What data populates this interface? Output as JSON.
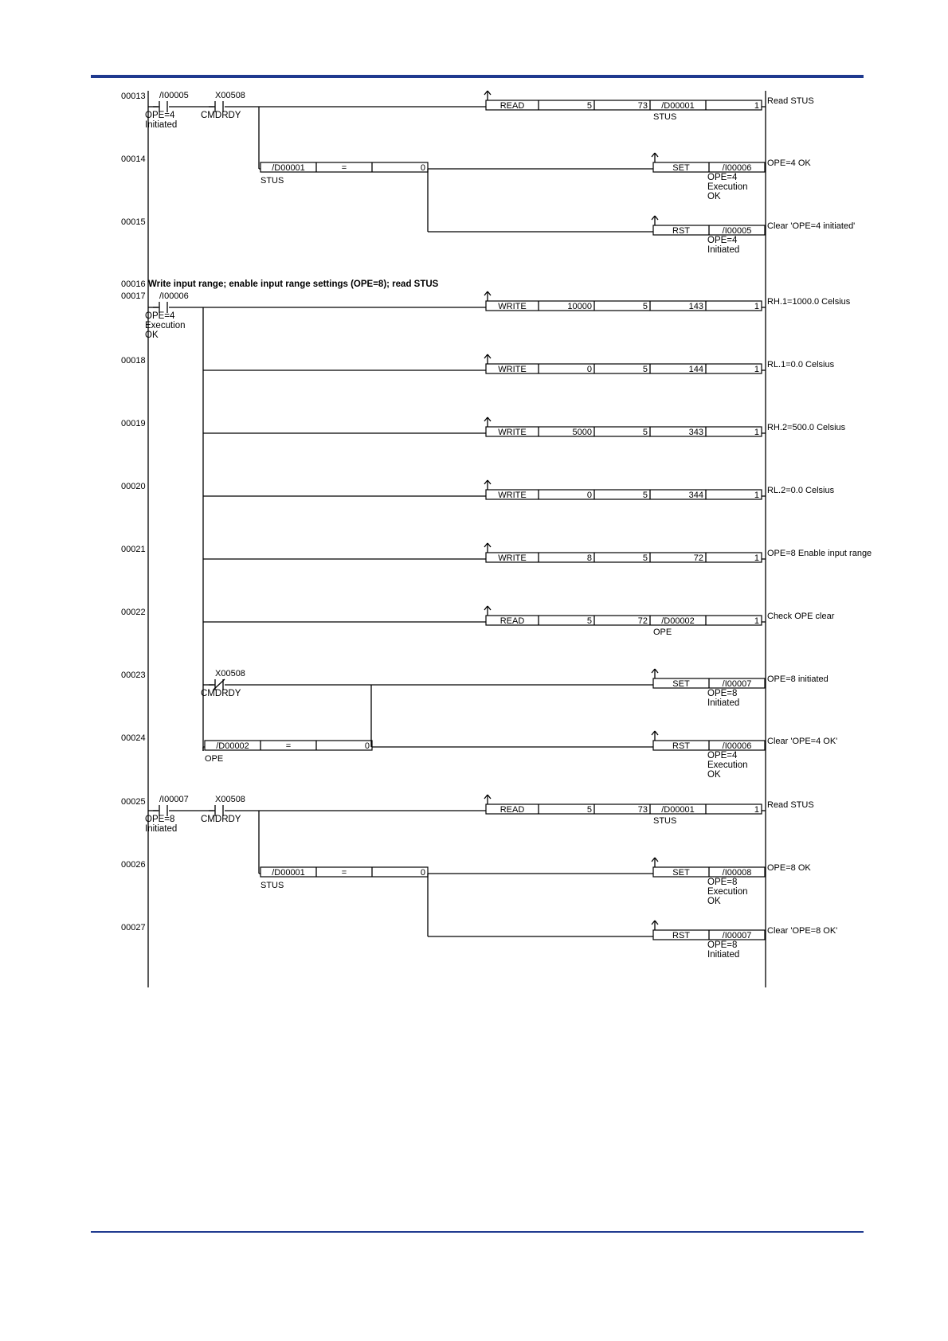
{
  "rungs": [
    {
      "no": "00013"
    },
    {
      "no": "00014"
    },
    {
      "no": "00015"
    },
    {
      "no": "00016"
    },
    {
      "no": "00017"
    },
    {
      "no": "00018"
    },
    {
      "no": "00019"
    },
    {
      "no": "00020"
    },
    {
      "no": "00021"
    },
    {
      "no": "00022"
    },
    {
      "no": "00023"
    },
    {
      "no": "00024"
    },
    {
      "no": "00025"
    },
    {
      "no": "00026"
    },
    {
      "no": "00027"
    }
  ],
  "section_comment": "Write input range; enable input range settings (OPE=8); read STUS",
  "contacts": [
    {
      "addr": "/I00005",
      "label": [
        "OPE=4",
        "Initiated"
      ],
      "type": "NO"
    },
    {
      "addr": "X00508",
      "label": [
        "CMDRDY"
      ],
      "type": "NO"
    },
    {
      "addr": "/I00006",
      "label": [
        "OPE=4",
        "Execution",
        "OK"
      ],
      "type": "NO"
    },
    {
      "addr": "X00508",
      "label": [
        "CMDRDY"
      ],
      "type": "NC"
    },
    {
      "addr": "/I00007",
      "label": [
        "OPE=8",
        "Initiated"
      ],
      "type": "NO"
    },
    {
      "addr": "X00508",
      "label": [
        "CMDRDY"
      ],
      "type": "NO"
    }
  ],
  "compares": [
    {
      "operand": "/D00001",
      "op": "=",
      "value": "0",
      "label": "STUS"
    },
    {
      "operand": "/D00002",
      "op": "=",
      "value": "0",
      "label": "OPE"
    },
    {
      "operand": "/D00001",
      "op": "=",
      "value": "0",
      "label": "STUS"
    }
  ],
  "instructions": [
    {
      "cmd": "READ",
      "args": [
        "5",
        "73",
        "/D00001",
        "1"
      ],
      "label": "STUS",
      "comment": "Read STUS"
    },
    {
      "cmd": "SET",
      "args": [
        "/I00006"
      ],
      "label": [
        "OPE=4",
        "Execution",
        "OK"
      ],
      "comment": "OPE=4 OK"
    },
    {
      "cmd": "RST",
      "args": [
        "/I00005"
      ],
      "label": [
        "OPE=4",
        "Initiated"
      ],
      "comment": "Clear 'OPE=4 initiated'"
    },
    {
      "cmd": "WRITE",
      "args": [
        "10000",
        "5",
        "143",
        "1"
      ],
      "comment": "RH.1=1000.0 Celsius"
    },
    {
      "cmd": "WRITE",
      "args": [
        "0",
        "5",
        "144",
        "1"
      ],
      "comment": "RL.1=0.0 Celsius"
    },
    {
      "cmd": "WRITE",
      "args": [
        "5000",
        "5",
        "343",
        "1"
      ],
      "comment": "RH.2=500.0 Celsius"
    },
    {
      "cmd": "WRITE",
      "args": [
        "0",
        "5",
        "344",
        "1"
      ],
      "comment": "RL.2=0.0 Celsius"
    },
    {
      "cmd": "WRITE",
      "args": [
        "8",
        "5",
        "72",
        "1"
      ],
      "comment": "OPE=8 Enable input range"
    },
    {
      "cmd": "READ",
      "args": [
        "5",
        "72",
        "/D00002",
        "1"
      ],
      "label": "OPE",
      "comment": "Check OPE clear"
    },
    {
      "cmd": "SET",
      "args": [
        "/I00007"
      ],
      "label": [
        "OPE=8",
        "Initiated"
      ],
      "comment": "OPE=8 initiated"
    },
    {
      "cmd": "RST",
      "args": [
        "/I00006"
      ],
      "label": [
        "OPE=4",
        "Execution",
        "OK"
      ],
      "comment": "Clear 'OPE=4 OK'"
    },
    {
      "cmd": "READ",
      "args": [
        "5",
        "73",
        "/D00001",
        "1"
      ],
      "label": "STUS",
      "comment": "Read STUS"
    },
    {
      "cmd": "SET",
      "args": [
        "/I00008"
      ],
      "label": [
        "OPE=8",
        "Execution",
        "OK"
      ],
      "comment": "OPE=8 OK"
    },
    {
      "cmd": "RST",
      "args": [
        "/I00007"
      ],
      "label": [
        "OPE=8",
        "Initiated"
      ],
      "comment": "Clear 'OPE=8 OK'"
    }
  ]
}
